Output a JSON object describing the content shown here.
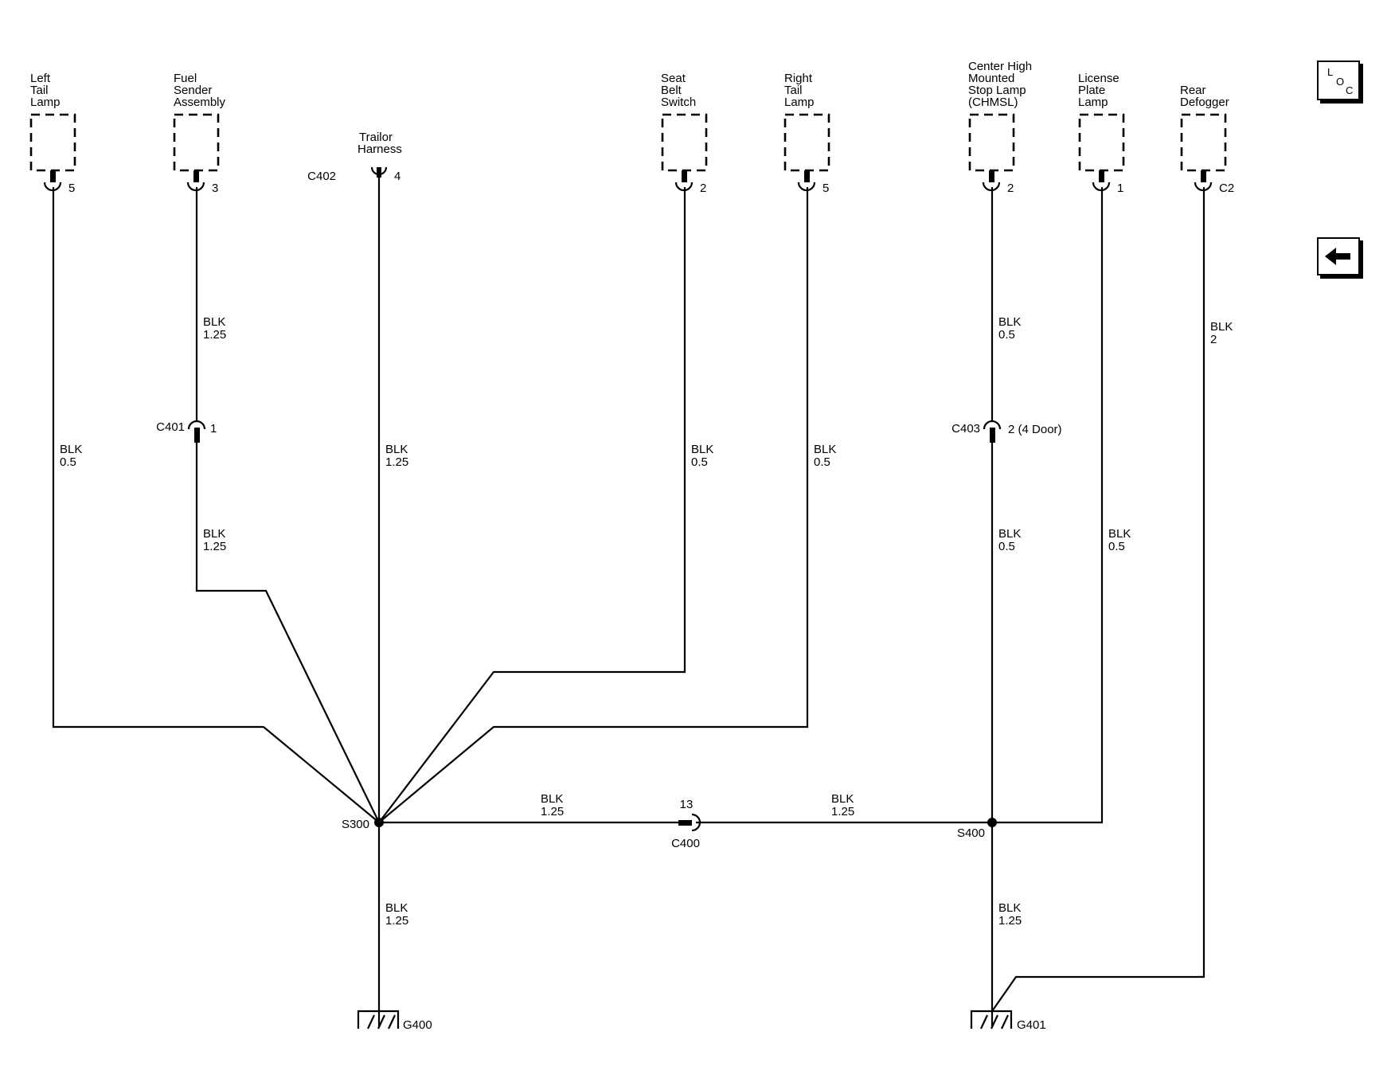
{
  "components": [
    {
      "lines": [
        "Left",
        "Tail",
        "Lamp"
      ],
      "pin": "5",
      "wire": {
        "color": "BLK",
        "gauge": "0.5"
      }
    },
    {
      "lines": [
        "Fuel",
        "Sender",
        "Assembly"
      ],
      "pin": "3",
      "wire_upper": {
        "color": "BLK",
        "gauge": "1.25"
      },
      "wire_lower": {
        "color": "BLK",
        "gauge": "1.25"
      },
      "inline_connector": {
        "id": "C401",
        "pin": "1"
      }
    },
    {
      "lines": [
        "Trailor",
        "Harness"
      ],
      "connector": "C402",
      "pin": "4",
      "wire": {
        "color": "BLK",
        "gauge": "1.25"
      }
    },
    {
      "lines": [
        "Seat",
        "Belt",
        "Switch"
      ],
      "pin": "2",
      "wire": {
        "color": "BLK",
        "gauge": "0.5"
      }
    },
    {
      "lines": [
        "Right",
        "Tail",
        "Lamp"
      ],
      "pin": "5",
      "wire": {
        "color": "BLK",
        "gauge": "0.5"
      }
    },
    {
      "lines": [
        "Center High",
        "Mounted",
        "Stop Lamp",
        "(CHMSL)"
      ],
      "pin": "2",
      "wire_upper": {
        "color": "BLK",
        "gauge": "0.5"
      },
      "wire_lower": {
        "color": "BLK",
        "gauge": "0.5"
      },
      "inline_connector": {
        "id": "C403",
        "pin": "2 (4 Door)"
      }
    },
    {
      "lines": [
        "License",
        "Plate",
        "Lamp"
      ],
      "pin": "1",
      "wire": {
        "color": "BLK",
        "gauge": "0.5"
      }
    },
    {
      "lines": [
        "Rear",
        "Defogger"
      ],
      "pin": "C2",
      "wire": {
        "color": "BLK",
        "gauge": "2"
      }
    }
  ],
  "splices": {
    "left": "S300",
    "right": "S400"
  },
  "bus": {
    "left_wire": {
      "color": "BLK",
      "gauge": "1.25"
    },
    "right_wire": {
      "color": "BLK",
      "gauge": "1.25"
    },
    "connector": {
      "id": "C400",
      "pin": "13"
    }
  },
  "grounds": [
    {
      "id": "G400",
      "wire": {
        "color": "BLK",
        "gauge": "1.25"
      }
    },
    {
      "id": "G401",
      "wire": {
        "color": "BLK",
        "gauge": "1.25"
      }
    }
  ],
  "nav": {
    "loc_letters": [
      "L",
      "O",
      "C"
    ],
    "back_icon": "left-arrow-icon"
  }
}
